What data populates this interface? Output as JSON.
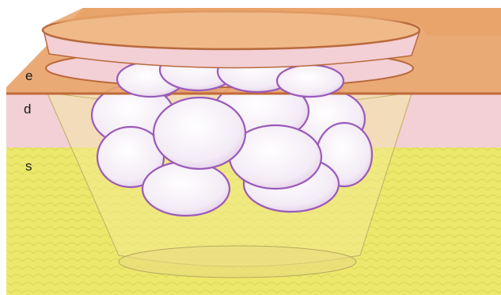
{
  "labels": {
    "epidermis": "e",
    "dermis": "d",
    "subcutis": "s"
  },
  "colors": {
    "epidermis": "#e8a36a",
    "dermis": "#f3cfd6",
    "subcutis": "#ece86c",
    "cell_fill": "#f5eef6",
    "cell_outline": "#9a5bb8",
    "background": "#ffffff"
  }
}
